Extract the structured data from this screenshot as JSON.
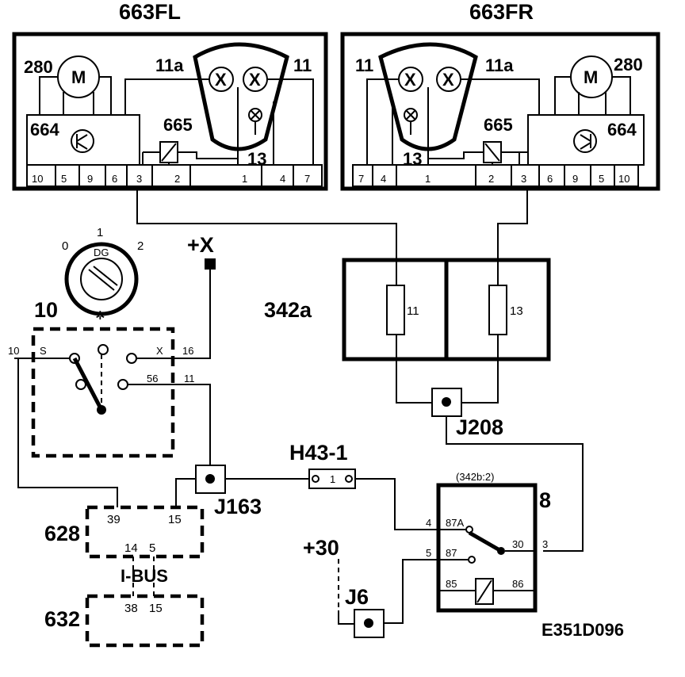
{
  "headlamps": {
    "left": {
      "title": "663FL",
      "motor_id": "280",
      "motor_symbol": "M",
      "module_id": "664",
      "relay_id": "665",
      "term_11a": "11a",
      "term_11": "11",
      "term_13": "13",
      "pins": [
        "10",
        "5",
        "9",
        "6",
        "3",
        "2",
        "1",
        "4",
        "7"
      ]
    },
    "right": {
      "title": "663FR",
      "motor_id": "280",
      "motor_symbol": "M",
      "module_id": "664",
      "relay_id": "665",
      "term_11a": "11a",
      "term_11": "11",
      "term_13": "13",
      "pins": [
        "7",
        "4",
        "1",
        "2",
        "3",
        "6",
        "9",
        "5",
        "10"
      ]
    }
  },
  "fusebox": {
    "id": "342a",
    "fuse_left": "11",
    "fuse_right": "13"
  },
  "switch": {
    "id": "10",
    "pos0": "0",
    "pos1": "1",
    "pos2": "2",
    "pin_10": "10",
    "pin_s": "S",
    "pin_x": "X",
    "pin_16": "16",
    "pin_56": "56",
    "pin_11": "11",
    "supply": "+X"
  },
  "junctions": {
    "j208": "J208",
    "j163": "J163",
    "j6": "J6"
  },
  "fuse_h43": {
    "id": "H43-1",
    "num": "1"
  },
  "relay": {
    "id": "8",
    "sub": "(342b:2)",
    "p4": "4",
    "p87a": "87A",
    "p30": "30",
    "p3": "3",
    "p5": "5",
    "p87": "87",
    "p85": "85",
    "p86": "86"
  },
  "module628": {
    "id": "628",
    "p39": "39",
    "p15": "15",
    "p14": "14",
    "p5": "5"
  },
  "module632": {
    "id": "632",
    "p38": "38",
    "p15": "15"
  },
  "bus_label": "I-BUS",
  "supply30": "+30",
  "drawing_code": "E351D096"
}
